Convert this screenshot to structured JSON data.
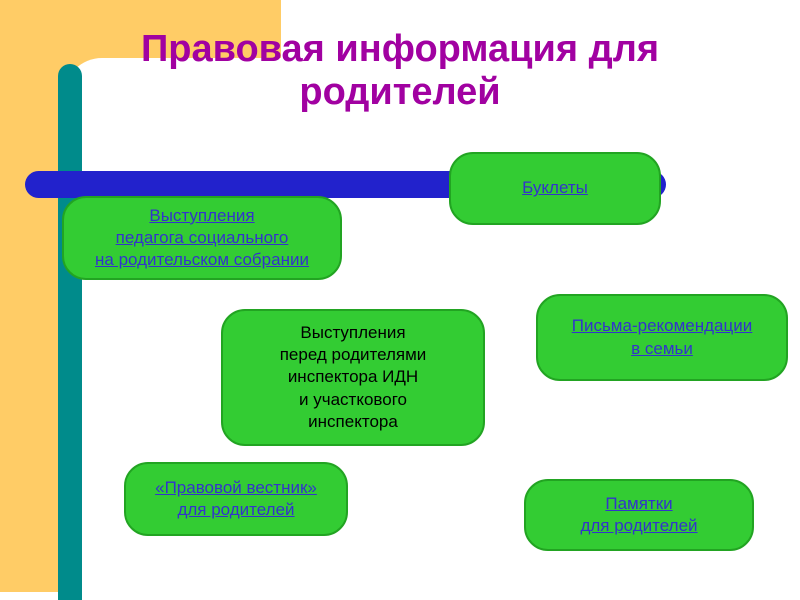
{
  "slide": {
    "title": "Правовая информация для\nродителей"
  },
  "nodes": {
    "social_teacher": {
      "label": "Выступления\nпедагога социального\nна родительском собрании",
      "link": true
    },
    "booklets": {
      "label": "Буклеты",
      "link": true
    },
    "inspector": {
      "label": "Выступления\nперед родителями\nинспектора ИДН\nи участкового\nинспектора",
      "link": false
    },
    "letters": {
      "label": "Письма-рекомендации\nв семьи",
      "link": true
    },
    "vestnik": {
      "label": "«Правовой вестник»\nдля родителей",
      "link": true
    },
    "pamyatki": {
      "label": "Памятки\nдля родителей",
      "link": true
    }
  },
  "colors": {
    "orange": "#FFCC66",
    "teal": "#008B8B",
    "bar-blue": "#2222CC",
    "node-green": "#33CC33",
    "node-border": "#22A422",
    "title-purple": "#A101A1",
    "link-blue": "#3333CC",
    "text-black": "#000000"
  }
}
